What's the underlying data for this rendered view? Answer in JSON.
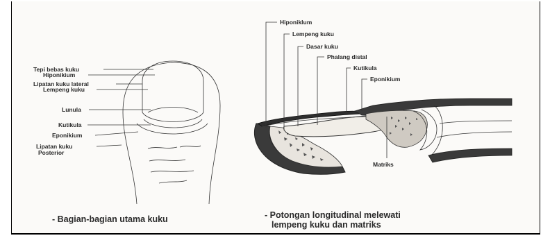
{
  "left_panel": {
    "labels": {
      "tepi_bebas": "Tepi bebas kuku",
      "hiponikium": "Hiponikium",
      "lipatan_lateral": "Lipatan kuku lateral",
      "lempeng": "Lempeng kuku",
      "lunula": "Lunula",
      "kutikula": "Kutikula",
      "eponikium": "Eponikium",
      "lipatan_posterior_1": "Lipatan kuku",
      "lipatan_posterior_2": "Posterior"
    },
    "caption": "- Bagian-bagian utama kuku"
  },
  "right_panel": {
    "labels": {
      "hiponikium": "Hiponiklum",
      "lempeng": "Lempeng kuku",
      "dasar": "Dasar kuku",
      "phalang": "Phalang distal",
      "kutikula": "Kutikula",
      "eponikium": "Eponikium",
      "matriks": "Matriks"
    },
    "caption_line1": "- Potongan longitudinal melewati",
    "caption_line2": "lempeng kuku dan matriks"
  }
}
